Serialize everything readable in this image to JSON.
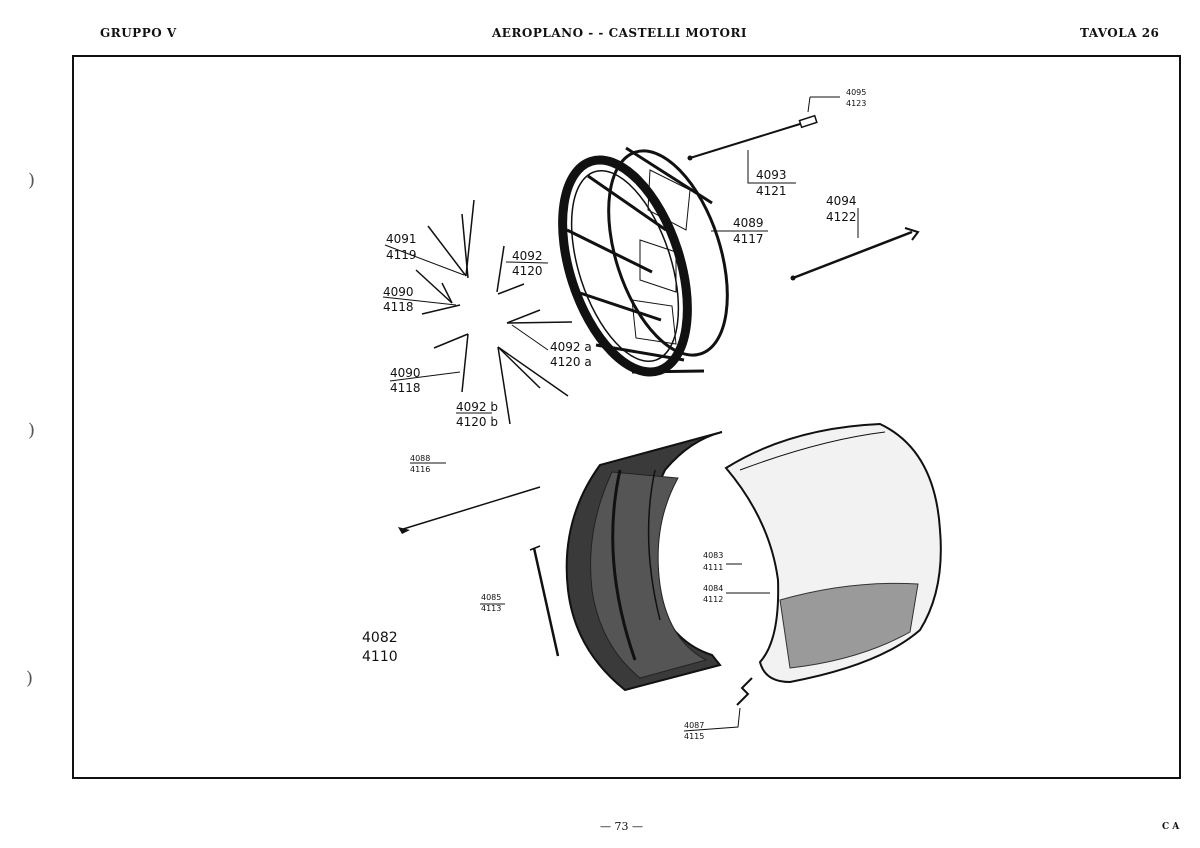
{
  "header": {
    "left": "GRUPPO V",
    "center": "AEROPLANO - - CASTELLI MOTORI",
    "right": "TAVOLA 26"
  },
  "labels": {
    "l4095": [
      "4095",
      "4123"
    ],
    "l4093": [
      "4093",
      "4121"
    ],
    "l4094": [
      "4094",
      "4122"
    ],
    "l4089": [
      "4089",
      "4117"
    ],
    "l4091": [
      "4091",
      "4119"
    ],
    "l4092": [
      "4092",
      "4120"
    ],
    "l4090a": [
      "4090",
      "4118"
    ],
    "l4092a": [
      "4092 a",
      "4120 a"
    ],
    "l4090b": [
      "4090",
      "4118"
    ],
    "l4092b": [
      "4092 b",
      "4120 b"
    ],
    "l4088": [
      "4088",
      "4116"
    ],
    "l4083": [
      "4083",
      "4111"
    ],
    "l4084": [
      "4084",
      "4112"
    ],
    "l4085": [
      "4085",
      "4113"
    ],
    "l4082": [
      "4082",
      "4110"
    ],
    "l4087": [
      "4087",
      "4115"
    ]
  },
  "footer": {
    "page": "— 73 —",
    "code": "C A"
  }
}
